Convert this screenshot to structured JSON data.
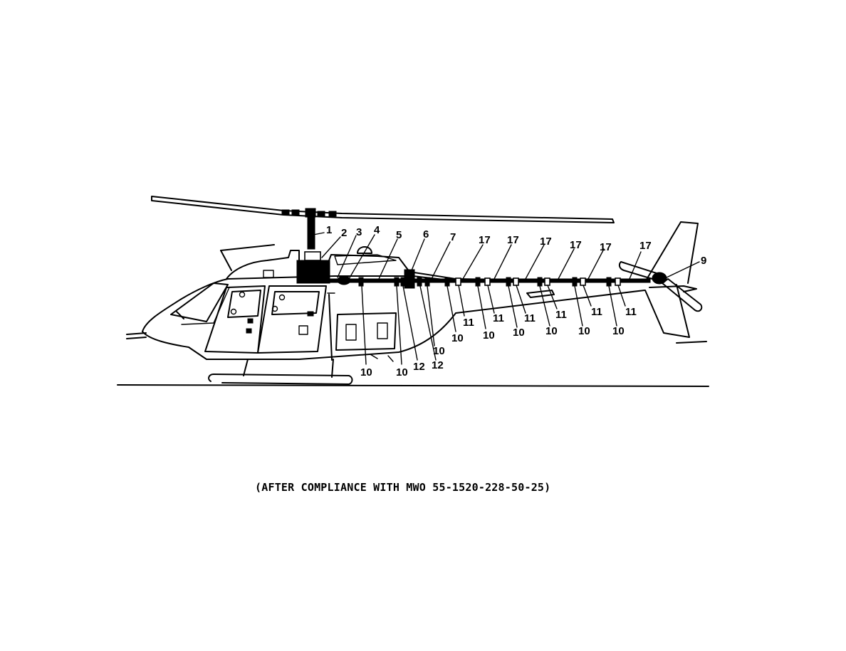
{
  "caption": "(AFTER COMPLIANCE WITH MWO 55-1520-228-50-25)",
  "callouts": {
    "c1": "1",
    "c2": "2",
    "c3": "3",
    "c4": "4",
    "c5": "5",
    "c6": "6",
    "c7": "7",
    "c9": "9",
    "c10": "10",
    "c11": "11",
    "c12": "12",
    "c17": "17"
  }
}
